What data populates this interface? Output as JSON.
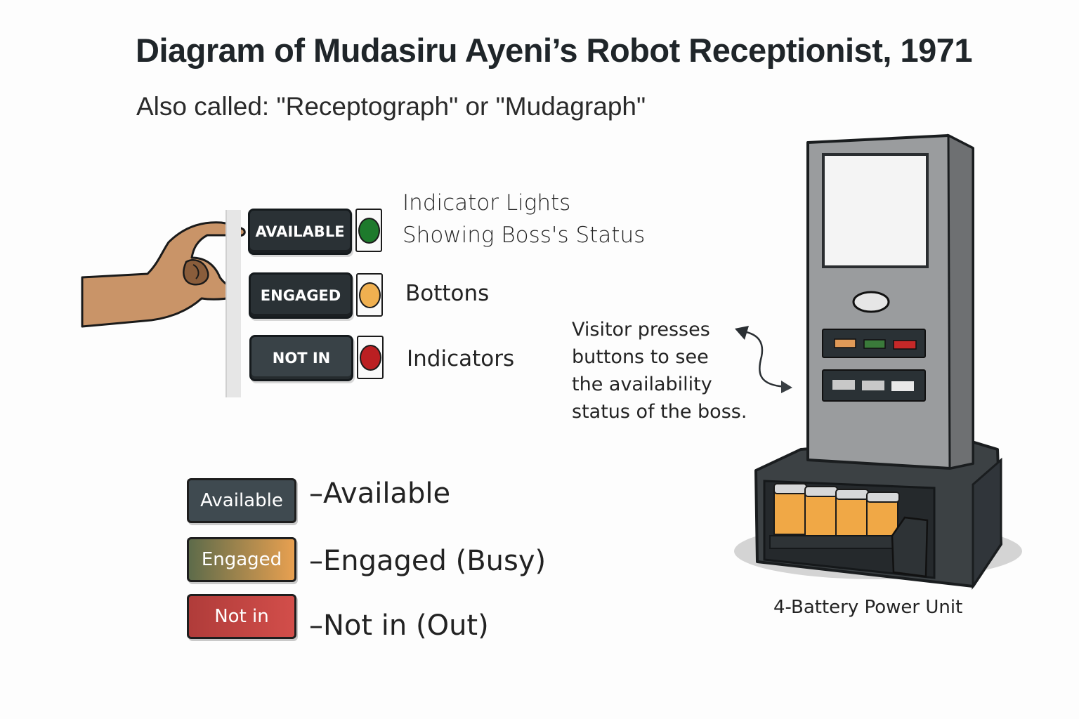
{
  "title": "Diagram of Mudasiru Ayeni’s Robot Receptionist, 1971",
  "subtitle": "Also called: \"Receptograph\" or \"Mudagraph\"",
  "panel": {
    "buttons": [
      {
        "label": "AVAILABLE",
        "lamp_color": "#1e7a2c"
      },
      {
        "label": "ENGAGED",
        "lamp_color": "#f0b050"
      },
      {
        "label": "NOT IN",
        "lamp_color": "#bb1f22"
      }
    ]
  },
  "callouts": {
    "indicator_lights_line1": "Indicator Lights",
    "indicator_lights_line2": "Showing Boss's Status",
    "bottons": "Bottons",
    "indicators": "Indicators",
    "visitor_note": [
      "Visitor presses",
      "buttons to see",
      "the availability",
      "status of the boss."
    ],
    "battery_unit": "4-Battery Power Unit"
  },
  "legend": [
    {
      "swatch_label": "Available",
      "description": "–Available",
      "color": "#3f4a50"
    },
    {
      "swatch_label": "Engaged",
      "description": "–Engaged (Busy)",
      "color_from": "#5d6b4a",
      "color_to": "#e8a050"
    },
    {
      "swatch_label": "Not in",
      "description": "–Not in (Out)",
      "color_from": "#b03c3a",
      "color_to": "#d24e4a"
    }
  ],
  "machine": {
    "body_color": "#9a9c9e",
    "side_color": "#6e7072",
    "base_color": "#3c4144",
    "battery_color": "#f0a846",
    "battery_count": 4,
    "status_lamps": [
      "#e09a58",
      "#3a7a3a",
      "#c62828"
    ]
  }
}
